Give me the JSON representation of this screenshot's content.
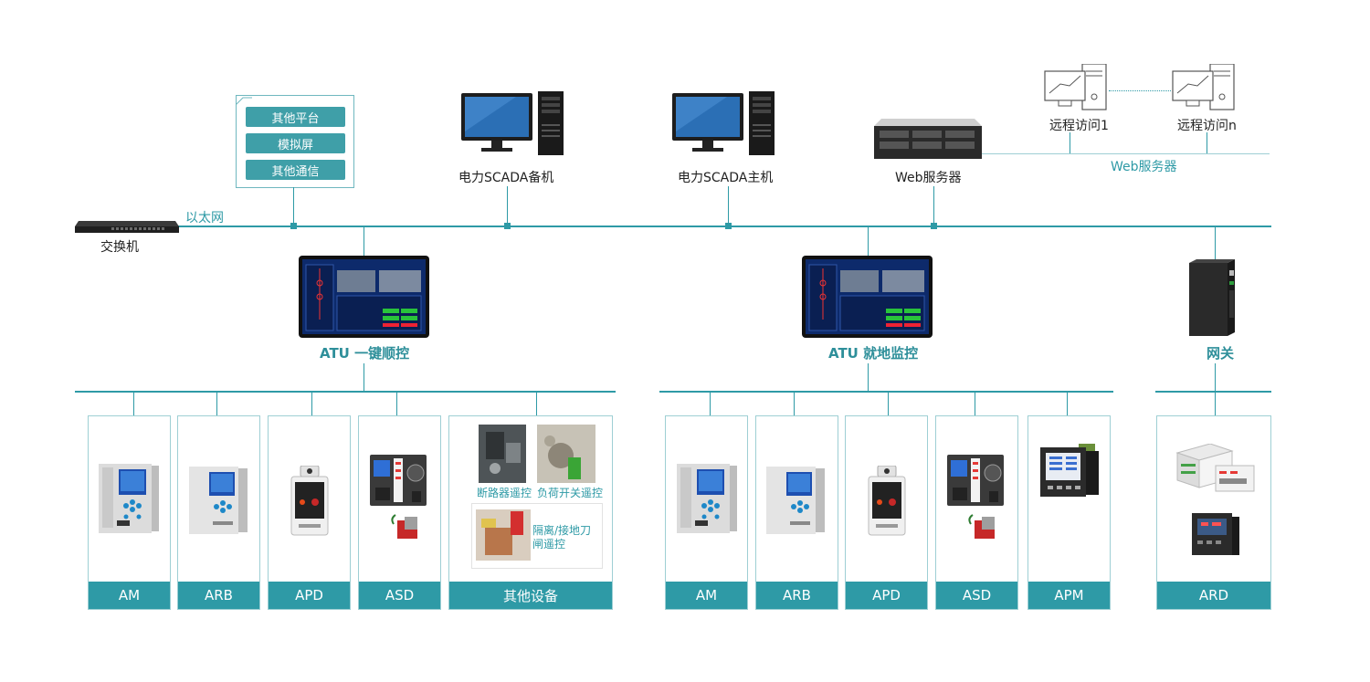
{
  "network": {
    "ethernet_label": "以太网",
    "switch_label": "交换机"
  },
  "platform": {
    "items": [
      "其他平台",
      "模拟屏",
      "其他通信"
    ]
  },
  "servers": {
    "scada_backup": "电力SCADA备机",
    "scada_main": "电力SCADA主机",
    "web_server": "Web服务器",
    "web_link": "Web服务器",
    "remote_1": "远程访问1",
    "remote_n": "远程访问n"
  },
  "atu": {
    "left": "ATU 一键顺控",
    "right": "ATU 就地监控"
  },
  "gateway": {
    "label": "网关"
  },
  "left_group": {
    "cards": [
      "AM",
      "ARB",
      "APD",
      "ASD",
      "其他设备"
    ],
    "other_devices": {
      "breaker": "断路器遥控",
      "load_switch": "负荷开关遥控",
      "isolator": "隔离/接地刀闸遥控"
    }
  },
  "right_group": {
    "cards": [
      "AM",
      "ARB",
      "APD",
      "ASD",
      "APM"
    ]
  },
  "gateway_group": {
    "cards": [
      "ARD"
    ]
  },
  "colors": {
    "accent": "#2e9aa6",
    "card_border": "#9ecfd4"
  }
}
